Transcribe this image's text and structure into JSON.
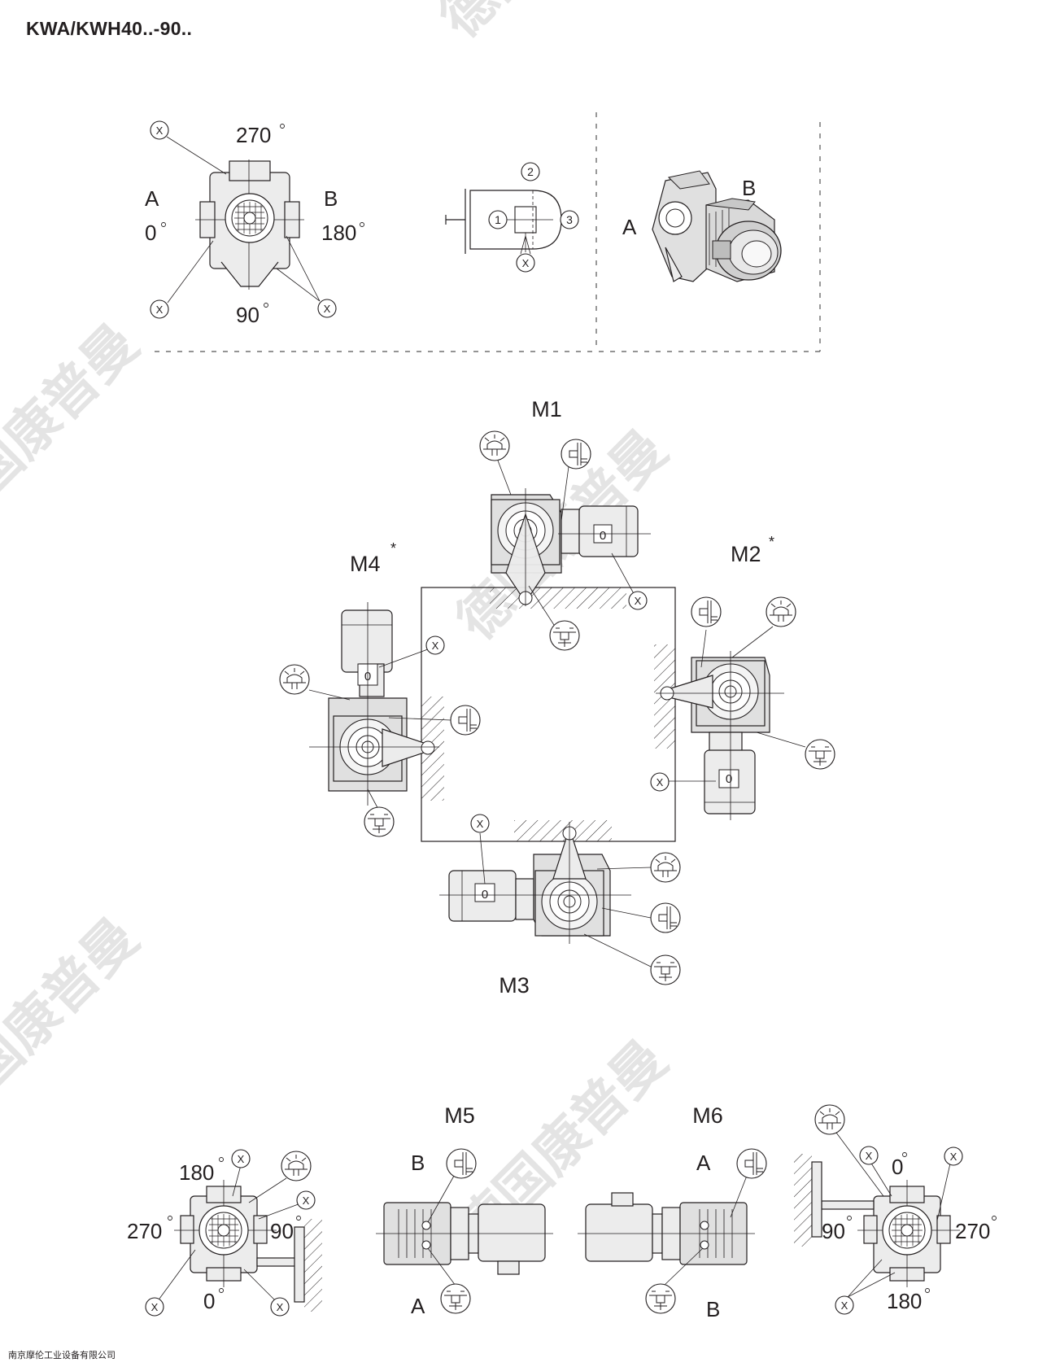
{
  "title": "KWA/KWH40..-90..",
  "footer": "南京摩伦工业设备有限公司",
  "watermark": "德国康普曼",
  "diagram": {
    "top_left": {
      "side_a": "A",
      "side_b": "B",
      "angle_top": "270",
      "angle_left": "0",
      "angle_right": "180",
      "angle_bottom": "90",
      "marker": "X"
    },
    "top_middle": {
      "pos_1": "1",
      "pos_2": "2",
      "pos_3": "3",
      "marker": "X"
    },
    "top_right": {
      "side_a": "A",
      "side_b": "B"
    },
    "mounting": {
      "m1": "M1",
      "m2": "M2",
      "m3": "M3",
      "m4": "M4",
      "star": "*",
      "terminal": "0",
      "marker": "X"
    },
    "bottom_left": {
      "angle_top": "180",
      "angle_left": "270",
      "angle_right": "90",
      "angle_bottom": "0",
      "marker": "X"
    },
    "m5": {
      "label": "M5",
      "side_b": "B",
      "side_a": "A"
    },
    "m6": {
      "label": "M6",
      "side_a": "A",
      "side_b": "B"
    },
    "bottom_right": {
      "angle_top": "0",
      "angle_left": "90",
      "angle_right": "270",
      "angle_bottom": "180",
      "marker": "X"
    },
    "degree_mark": "o"
  }
}
